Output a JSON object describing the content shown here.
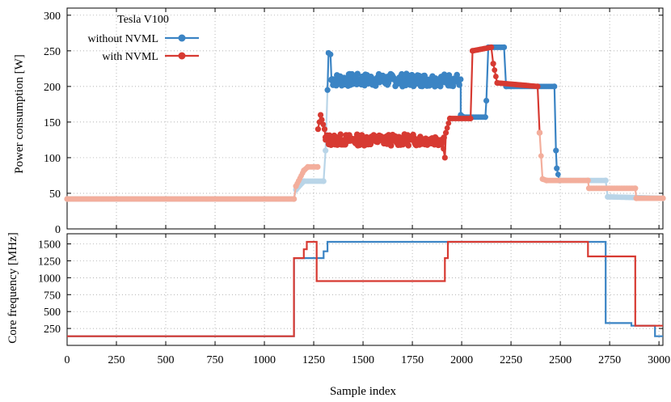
{
  "chart_data": [
    {
      "type": "line",
      "ylabel": "Power consumption [W]",
      "xlim": [
        0,
        3020
      ],
      "ylim": [
        0,
        310
      ],
      "xticks": [
        0,
        250,
        500,
        750,
        1000,
        1250,
        1500,
        1750,
        2000,
        2250,
        2500,
        2750,
        3000
      ],
      "yticks": [
        0,
        50,
        100,
        150,
        200,
        250,
        300
      ],
      "grid": true,
      "legend": {
        "title": "Tesla V100",
        "position": "top-left",
        "entries": [
          "without NVML",
          "with NVML"
        ]
      },
      "series": [
        {
          "name": "without NVML",
          "color": "#3b84c4",
          "light_color": "#b9d5e8",
          "segments": [
            {
              "style": "light",
              "points": [
                [
                  0,
                  42
                ],
                [
                  1150,
                  42
                ],
                [
                  1160,
                  55
                ],
                [
                  1200,
                  67
                ],
                [
                  1300,
                  67
                ],
                [
                  1310,
                  110
                ],
                [
                  1320,
                  195
                ]
              ]
            },
            {
              "style": "dark",
              "points": [
                [
                  1320,
                  195
                ],
                [
                  1325,
                  247
                ],
                [
                  1335,
                  245
                ],
                [
                  1340,
                  210
                ],
                [
                  1995,
                  210
                ],
                [
                  1995,
                  160
                ],
                [
                  2010,
                  157
                ],
                [
                  2120,
                  157
                ],
                [
                  2125,
                  180
                ],
                [
                  2135,
                  255
                ],
                [
                  2215,
                  255
                ],
                [
                  2225,
                  200
                ],
                [
                  2470,
                  200
                ],
                [
                  2478,
                  110
                ],
                [
                  2482,
                  85
                ],
                [
                  2495,
                  68
                ]
              ]
            },
            {
              "style": "light",
              "points": [
                [
                  2495,
                  68
                ],
                [
                  2730,
                  68
                ],
                [
                  2740,
                  45
                ],
                [
                  3020,
                  43
                ]
              ]
            }
          ],
          "noise": {
            "x0": 1340,
            "x1": 1990,
            "low": 200,
            "high": 218
          }
        },
        {
          "name": "with NVML",
          "color": "#d73a32",
          "light_color": "#f3ae9c",
          "segments": [
            {
              "style": "light",
              "points": [
                [
                  0,
                  42
                ],
                [
                  1150,
                  42
                ],
                [
                  1160,
                  60
                ],
                [
                  1200,
                  82
                ],
                [
                  1220,
                  87
                ],
                [
                  1270,
                  87
                ]
              ]
            },
            {
              "style": "dark",
              "points": [
                [
                  1272,
                  140
                ],
                [
                  1285,
                  160
                ],
                [
                  1305,
                  140
                ],
                [
                  1310,
                  125
                ],
                [
                  1900,
                  125
                ],
                [
                  1915,
                  100
                ],
                [
                  1920,
                  135
                ],
                [
                  1940,
                  155
                ],
                [
                  2045,
                  155
                ],
                [
                  2055,
                  250
                ],
                [
                  2150,
                  255
                ],
                [
                  2160,
                  232
                ],
                [
                  2180,
                  205
                ],
                [
                  2385,
                  200
                ],
                [
                  2395,
                  135
                ]
              ]
            },
            {
              "style": "light",
              "points": [
                [
                  2395,
                  135
                ],
                [
                  2410,
                  70
                ],
                [
                  2430,
                  68
                ],
                [
                  2640,
                  68
                ],
                [
                  2645,
                  57
                ],
                [
                  2880,
                  57
                ],
                [
                  2885,
                  43
                ],
                [
                  3020,
                  43
                ]
              ]
            }
          ],
          "noise": {
            "x0": 1310,
            "x1": 1910,
            "low": 117,
            "high": 133
          }
        }
      ]
    },
    {
      "type": "line",
      "xlabel": "Sample index",
      "ylabel": "Core frequency [MHz]",
      "xlim": [
        0,
        3020
      ],
      "ylim": [
        0,
        1650
      ],
      "xticks": [
        0,
        250,
        500,
        750,
        1000,
        1250,
        1500,
        1750,
        2000,
        2250,
        2500,
        2750,
        3000
      ],
      "yticks": [
        250,
        500,
        750,
        1000,
        1250,
        1500
      ],
      "grid": true,
      "series": [
        {
          "name": "without NVML",
          "color": "#3b84c4",
          "points": [
            [
              0,
              135
            ],
            [
              1150,
              135
            ],
            [
              1150,
              1290
            ],
            [
              1300,
              1290
            ],
            [
              1300,
              1390
            ],
            [
              1320,
              1390
            ],
            [
              1320,
              1530
            ],
            [
              2730,
              1530
            ],
            [
              2730,
              330
            ],
            [
              2860,
              330
            ],
            [
              2860,
              290
            ],
            [
              2980,
              290
            ],
            [
              2980,
              135
            ],
            [
              3020,
              135
            ]
          ]
        },
        {
          "name": "with NVML",
          "color": "#d73a32",
          "points": [
            [
              0,
              135
            ],
            [
              1150,
              135
            ],
            [
              1150,
              1290
            ],
            [
              1200,
              1290
            ],
            [
              1200,
              1420
            ],
            [
              1215,
              1420
            ],
            [
              1215,
              1530
            ],
            [
              1265,
              1530
            ],
            [
              1265,
              950
            ],
            [
              1915,
              950
            ],
            [
              1915,
              1290
            ],
            [
              1930,
              1290
            ],
            [
              1930,
              1530
            ],
            [
              2640,
              1530
            ],
            [
              2640,
              1315
            ],
            [
              2880,
              1315
            ],
            [
              2880,
              290
            ],
            [
              3020,
              290
            ]
          ]
        }
      ]
    }
  ]
}
